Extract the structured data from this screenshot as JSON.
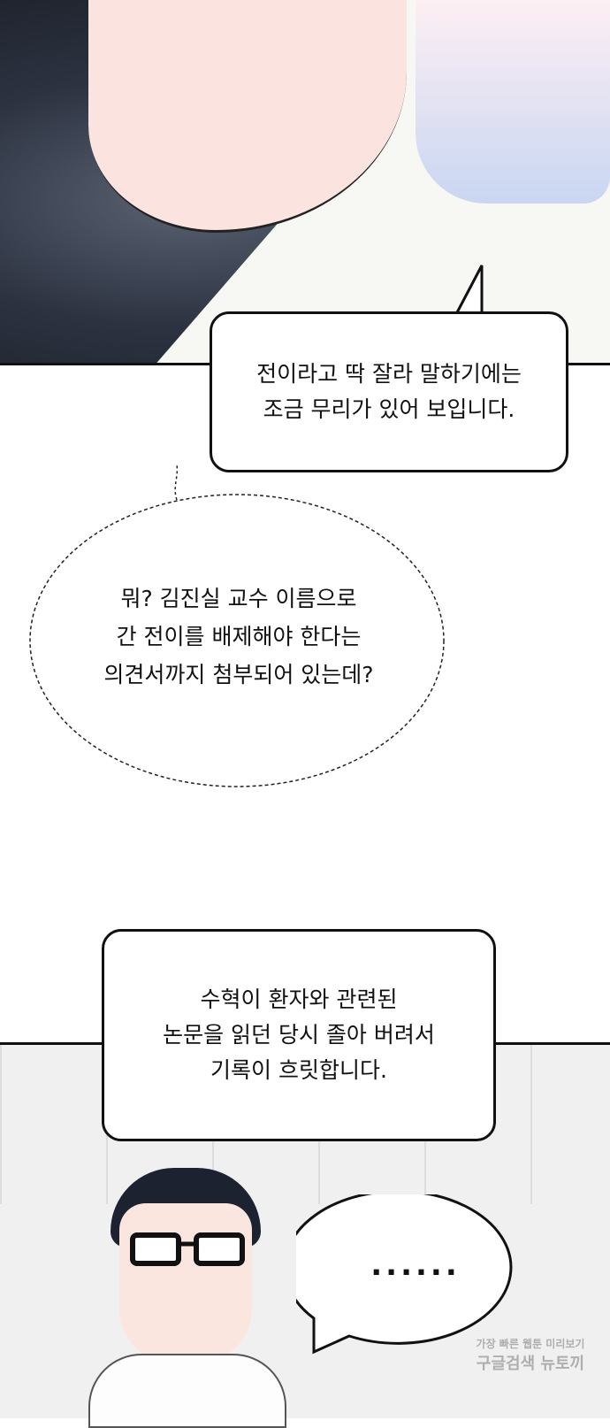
{
  "bubbles": {
    "b1": [
      "전이라고 딱 잘라 말하기에는",
      "조금 무리가 있어 보입니다."
    ],
    "b2": [
      "뭐? 김진실 교수 이름으로",
      "간 전이를 배제해야 한다는",
      "의견서까지 첨부되어 있는데?"
    ],
    "b3": [
      "수혁이 환자와 관련된",
      "논문을 읽던 당시 졸아 버려서",
      "기록이 흐릿합니다."
    ],
    "b4": "......"
  },
  "watermark": {
    "line1": "가장 빠른 웹툰 미리보기",
    "line2": "구글검색 뉴토끼"
  }
}
